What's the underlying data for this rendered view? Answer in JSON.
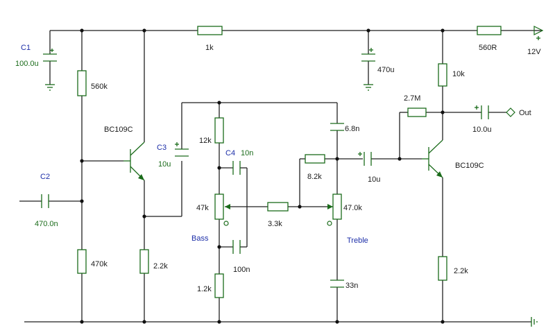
{
  "components": {
    "c1": {
      "ref": "C1",
      "value": "100.0u"
    },
    "c2": {
      "ref": "C2",
      "value": "470.0n"
    },
    "c3": {
      "ref": "C3",
      "value": "10u"
    },
    "c4": {
      "ref": "C4",
      "value": "10n"
    },
    "r_560k": "560k",
    "r_1k": "1k",
    "r_470k": "470k",
    "r_2k2_e1": "2.2k",
    "r_12k": "12k",
    "r_47k": "47k",
    "r_1k2": "1.2k",
    "c_100n": "100n",
    "r_3k3": "3.3k",
    "r_8k2": "8.2k",
    "r_47k0": "47.0k",
    "c_6n8": "6.8n",
    "c_33n": "33n",
    "c_470u": "470u",
    "c_10u_mid": "10u",
    "r_2m7": "2.7M",
    "r_10k": "10k",
    "r_560r": "560R",
    "r_2k2_e2": "2.2k",
    "c_out": "10.0u",
    "q1": "BC109C",
    "q2": "BC109C"
  },
  "labels": {
    "bass": "Bass",
    "treble": "Treble",
    "supply": "12V",
    "out": "Out"
  },
  "colors": {
    "wire": "#1f1f1f",
    "component": "#1a6b1a",
    "ref_label": "#1c2ea8",
    "value_label": "#1a6b1a"
  }
}
